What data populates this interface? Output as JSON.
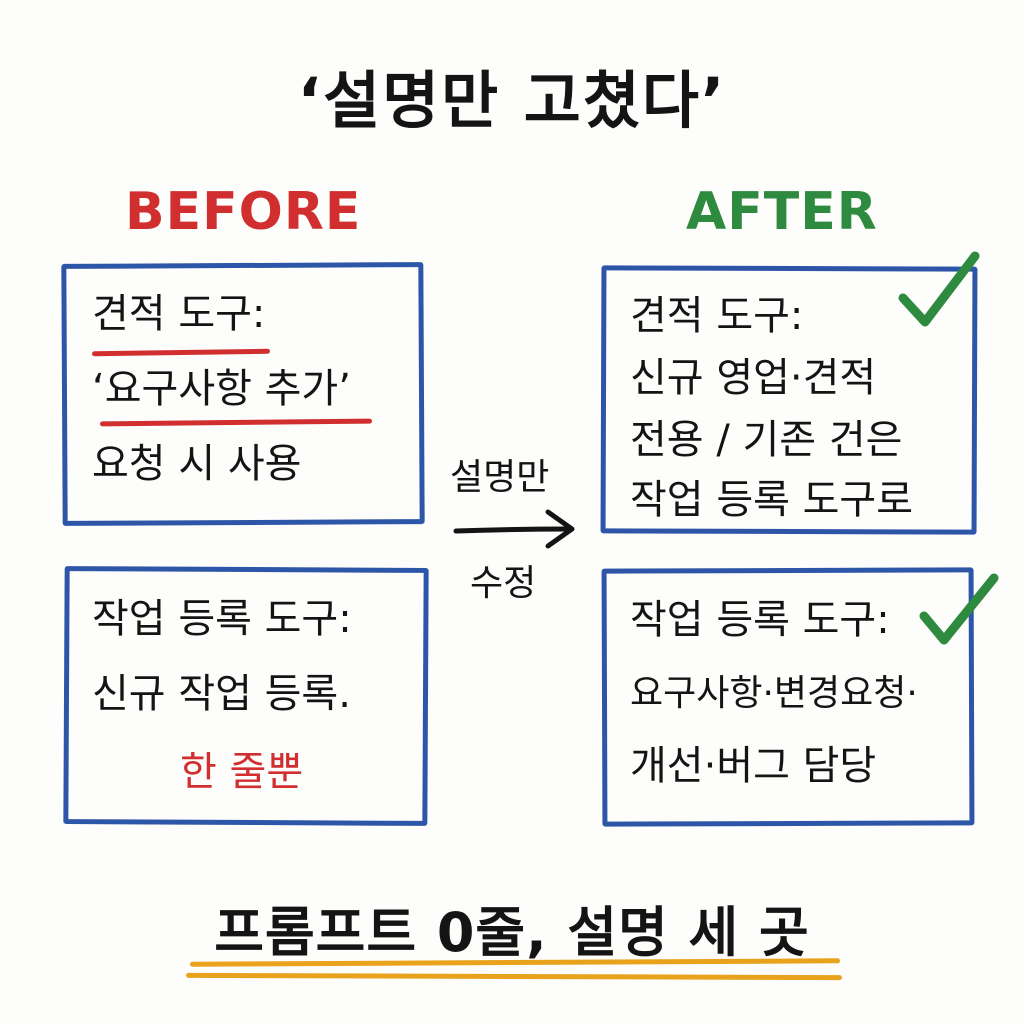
{
  "title": "‘설명만 고쳤다’",
  "before": {
    "label": "BEFORE",
    "box1": {
      "line1": "견적 도구:",
      "line2": "‘요구사항 추가’",
      "line3": "요청 시 사용"
    },
    "box2": {
      "line1": "작업 등록 도구:",
      "line2": "신규 작업 등록.",
      "note": "한 줄뿐"
    }
  },
  "arrow": {
    "top": "설명만",
    "bottom": "수정"
  },
  "after": {
    "label": "AFTER",
    "box1": {
      "line1": "견적 도구:",
      "line2": "신규 영업·견적",
      "line3": "전용 / 기존 건은",
      "line4": "작업 등록 도구로"
    },
    "box2": {
      "line1": "작업 등록 도구:",
      "line2": "요구사항·변경요청·",
      "line3": "개선·버그 담당"
    }
  },
  "bottom": "프롬프트 0줄, 설명 세 곳",
  "colors": {
    "before_red": "#d12f2f",
    "after_green": "#2d8a3e",
    "box_blue": "#2e56a8",
    "underline_orange": "#e8a21c",
    "ink": "#141414"
  },
  "icons": {
    "check": "check-icon",
    "arrow": "arrow-right-icon"
  }
}
